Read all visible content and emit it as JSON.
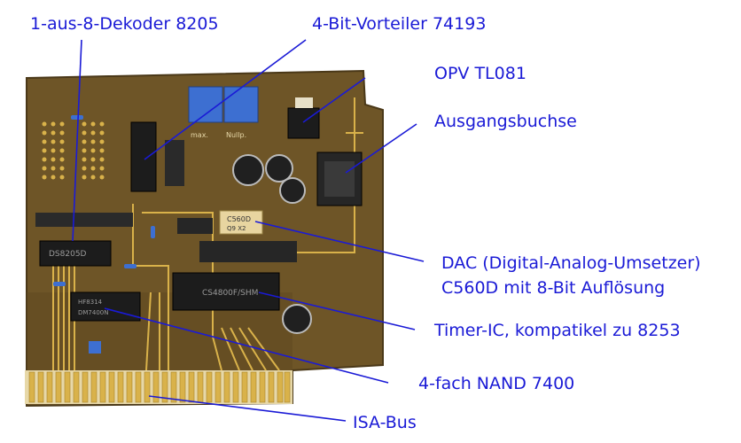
{
  "labels": {
    "decoder": "1-aus-8-Dekoder 8205",
    "prescaler": "4-Bit-Vorteiler 74193",
    "opamp": "OPV TL081",
    "output_jack": "Ausgangsbuchse",
    "dac_line1": "DAC (Digital-Analog-Umsetzer)",
    "dac_line2": "C560D mit 8-Bit Auflösung",
    "timer": "Timer-IC, kompatikel zu 8253",
    "nand": "4-fach NAND 7400",
    "isa_bus": "ISA-Bus"
  },
  "chip_markings": {
    "decoder_chip": "DS8205D",
    "dac_chip": "C560D",
    "dac_sub": "Q9  X2",
    "timer_chip": "CS4800F/SHM",
    "nand_chip": "HF8314",
    "nand_sub": "DM7400N",
    "jumper_label_1": "max.",
    "jumper_label_2": "Nullp."
  },
  "colors": {
    "label_text": "#1a1ad6",
    "pcb": "#6e5527",
    "pcb_dark": "#4a3818",
    "gold": "#d9b24a",
    "chip": "#1c1c1c",
    "trim_pot": "#3d6fd1"
  }
}
